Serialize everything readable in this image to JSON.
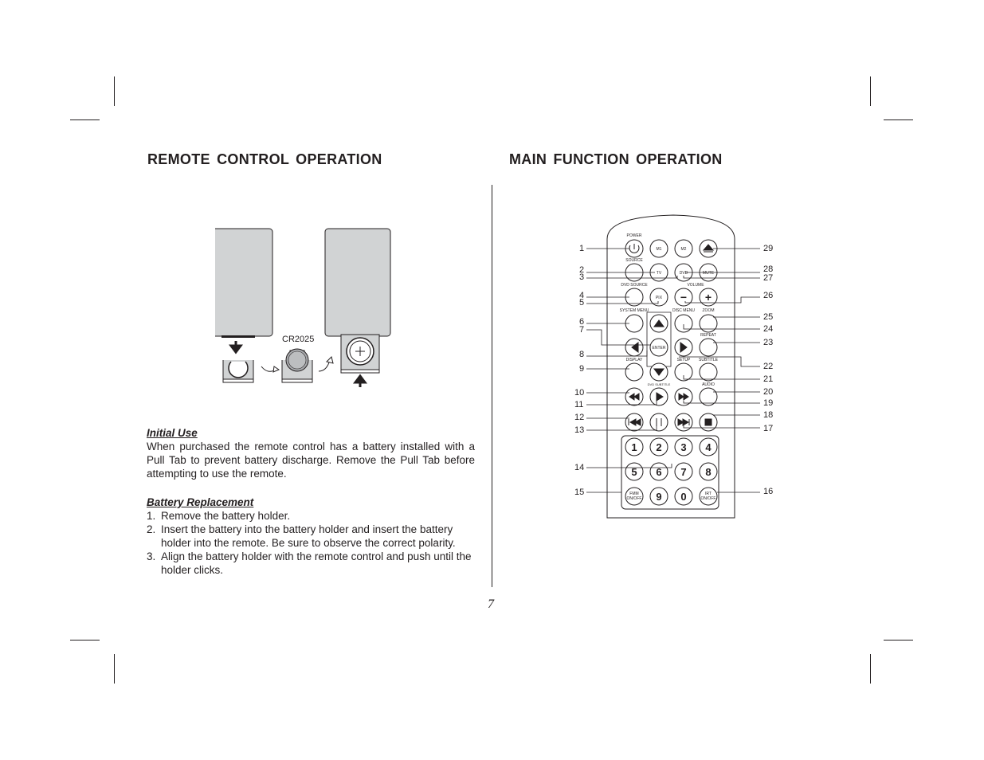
{
  "left": {
    "heading": "REMOTE CONTROL OPERATION",
    "battery_label": "CR2025",
    "initial_use": {
      "title": "Initial Use",
      "body": "When purchased the remote control has a battery installed with a Pull Tab to prevent battery discharge. Remove the Pull Tab before attempting to use the remote."
    },
    "battery_replacement": {
      "title": "Battery Replacement",
      "steps": [
        {
          "n": "1.",
          "text": "Remove the battery holder."
        },
        {
          "n": "2.",
          "text": "Insert the battery into the battery holder and insert the battery holder into the remote. Be sure to observe the correct polarity."
        },
        {
          "n": "3.",
          "text": "Align the battery holder with the remote control and push until the holder clicks."
        }
      ]
    }
  },
  "right": {
    "heading": "MAIN FUNCTION OPERATION",
    "remote_labels": {
      "power": "POWER",
      "m1": "M1",
      "m2": "M2",
      "source": "SOURCE",
      "tv": "TV",
      "dvd": "DVD",
      "mute": "MUTE",
      "dvd_source": "DVD SOURCE",
      "volume": "VOLUME",
      "pix": "PIX",
      "system_menu": "SYSTEM MENU",
      "disc_menu": "DISC MENU",
      "zoom": "ZOOM",
      "repeat": "REPEAT",
      "enter": "ENTER",
      "display": "DISPLAY",
      "setup": "SETUP",
      "subtitle": "SUBTITLE",
      "dvd_subtitle": "DVD SUBTITLE",
      "audio": "AUDIO",
      "fmm": "FMM",
      "fmm_onoff": "ON/OFF",
      "irt": "IRT",
      "irt_onoff": "ON/OFF",
      "digits": [
        "1",
        "2",
        "3",
        "4",
        "5",
        "6",
        "7",
        "8",
        "9",
        "0"
      ]
    },
    "callouts_left": [
      "1",
      "2",
      "3",
      "4",
      "5",
      "6",
      "7",
      "8",
      "9",
      "10",
      "11",
      "12",
      "13",
      "14",
      "15"
    ],
    "callouts_right": [
      "29",
      "28",
      "27",
      "26",
      "25",
      "24",
      "23",
      "22",
      "21",
      "20",
      "19",
      "18",
      "17",
      "16"
    ]
  },
  "page_number": "7"
}
